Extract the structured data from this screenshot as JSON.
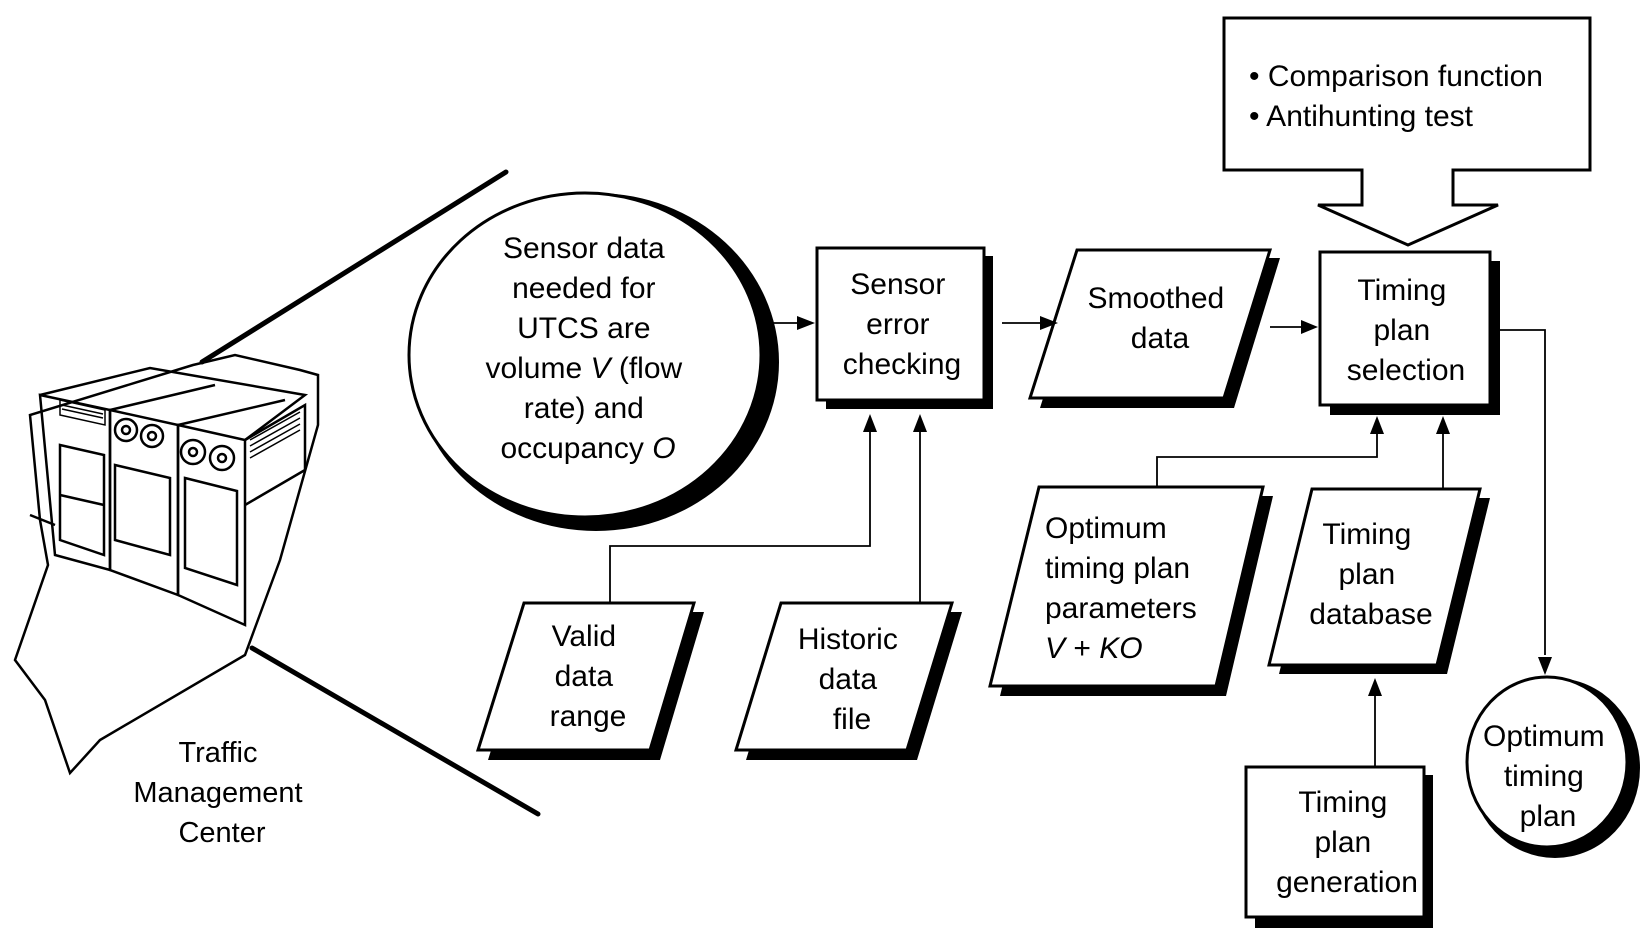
{
  "nodes": {
    "sensor_data": {
      "lines": [
        "Sensor data",
        "needed for",
        "UTCS are"
      ],
      "volume_prefix": "volume ",
      "volume_var": "V",
      "volume_suffix": " (flow",
      "rate_line": "rate) and",
      "occupancy_prefix": "occupancy ",
      "occupancy_var": "O"
    },
    "sensor_error_checking": {
      "lines": [
        "Sensor",
        "error",
        "checking"
      ]
    },
    "smoothed_data": {
      "lines": [
        "Smoothed",
        "data"
      ]
    },
    "timing_plan_selection": {
      "lines": [
        "Timing",
        "plan",
        "selection"
      ]
    },
    "comparison_box": {
      "items": [
        "• Comparison function",
        "• Antihunting test"
      ]
    },
    "valid_data_range": {
      "lines": [
        "Valid",
        "data",
        "range"
      ]
    },
    "historic_data_file": {
      "lines": [
        "Historic",
        "data",
        "file"
      ]
    },
    "optimum_parameters": {
      "lines": [
        "Optimum",
        "timing plan",
        "parameters"
      ],
      "formula_v": "V",
      "formula_plus": " + ",
      "formula_ko": "KO"
    },
    "timing_plan_database": {
      "lines": [
        "Timing",
        "plan",
        "database"
      ]
    },
    "timing_plan_generation": {
      "lines": [
        "Timing",
        "plan",
        "generation"
      ]
    },
    "optimum_timing_plan": {
      "lines": [
        "Optimum",
        "timing",
        "plan"
      ]
    },
    "traffic_management_center": {
      "lines": [
        "Traffic",
        "Management",
        "Center"
      ]
    }
  }
}
